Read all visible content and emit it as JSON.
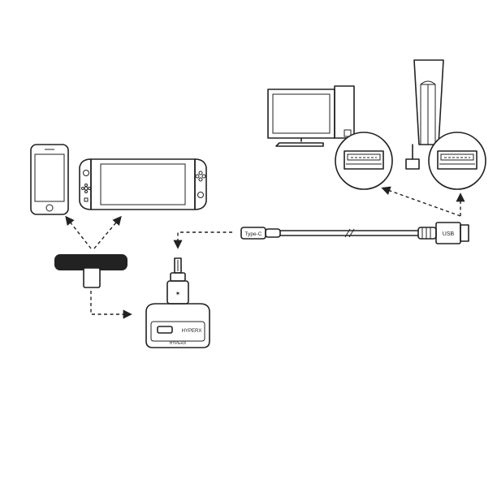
{
  "labels": {
    "usb_a_plug": "USB",
    "usb_c_plug": "Type-C",
    "brand": "HYPERX"
  },
  "colors": {
    "ink": "#222222",
    "paper": "#ffffff",
    "gray": "#bdbdbd"
  },
  "icons": [
    "smartphone-icon",
    "handheld-console-icon",
    "desktop-pc-icon",
    "game-console-icon",
    "usb-a-port-icon",
    "usb-a-port-icon",
    "usb-c-adapter-icon",
    "wireless-dongle-icon",
    "usb-c-to-usb-a-cable-icon"
  ]
}
